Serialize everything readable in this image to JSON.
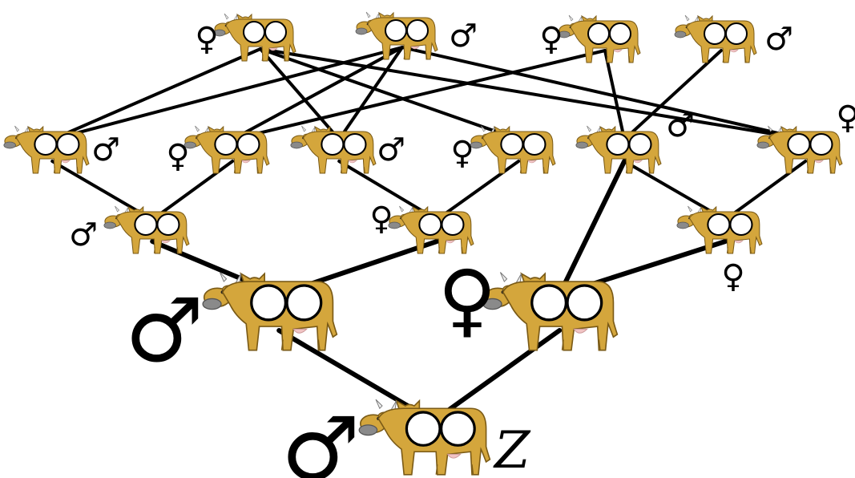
{
  "diagram": {
    "colors": {
      "cow_body": "#D4A63C",
      "cow_outline": "#7A5A16",
      "cow_muzzle": "#8A8A8A",
      "udder": "#F1C4C4",
      "chromosome": "#FFFFFF",
      "edge": "#000000"
    },
    "symbols": {
      "male": "♂",
      "female": "♀"
    },
    "target_label": "Z",
    "animals": [
      {
        "id": "g4a",
        "generation": 4,
        "sex": "female"
      },
      {
        "id": "g4b",
        "generation": 4,
        "sex": "male"
      },
      {
        "id": "g4c",
        "generation": 4,
        "sex": "female"
      },
      {
        "id": "g4d",
        "generation": 4,
        "sex": "male"
      },
      {
        "id": "g3a",
        "generation": 3,
        "sex": "male"
      },
      {
        "id": "g3b",
        "generation": 3,
        "sex": "female"
      },
      {
        "id": "g3c",
        "generation": 3,
        "sex": "male"
      },
      {
        "id": "g3d",
        "generation": 3,
        "sex": "female"
      },
      {
        "id": "g3e",
        "generation": 3,
        "sex": "male"
      },
      {
        "id": "g3f",
        "generation": 3,
        "sex": "female"
      },
      {
        "id": "g2a",
        "generation": 2,
        "sex": "male"
      },
      {
        "id": "g2b",
        "generation": 2,
        "sex": "female"
      },
      {
        "id": "g2c",
        "generation": 2,
        "sex": "female"
      },
      {
        "id": "g1a",
        "generation": 1,
        "sex": "male"
      },
      {
        "id": "g1b",
        "generation": 1,
        "sex": "female"
      },
      {
        "id": "z",
        "generation": 0,
        "sex": "male"
      }
    ],
    "edges": [
      [
        "g4a",
        "g3a"
      ],
      [
        "g4a",
        "g3c"
      ],
      [
        "g4a",
        "g3d"
      ],
      [
        "g4a",
        "g3f"
      ],
      [
        "g4b",
        "g3a"
      ],
      [
        "g4b",
        "g3b"
      ],
      [
        "g4b",
        "g3c"
      ],
      [
        "g4b",
        "g3f"
      ],
      [
        "g4c",
        "g3b"
      ],
      [
        "g4c",
        "g3e"
      ],
      [
        "g4d",
        "g3e"
      ],
      [
        "g3a",
        "g2a"
      ],
      [
        "g3b",
        "g2a"
      ],
      [
        "g3c",
        "g2b"
      ],
      [
        "g3d",
        "g2b"
      ],
      [
        "g3e",
        "g2c"
      ],
      [
        "g3f",
        "g2c"
      ],
      [
        "g2a",
        "g1a"
      ],
      [
        "g2b",
        "g1a"
      ],
      [
        "g3e",
        "g1b"
      ],
      [
        "g2c",
        "g1b"
      ],
      [
        "g1a",
        "z"
      ],
      [
        "g1b",
        "z"
      ]
    ]
  }
}
